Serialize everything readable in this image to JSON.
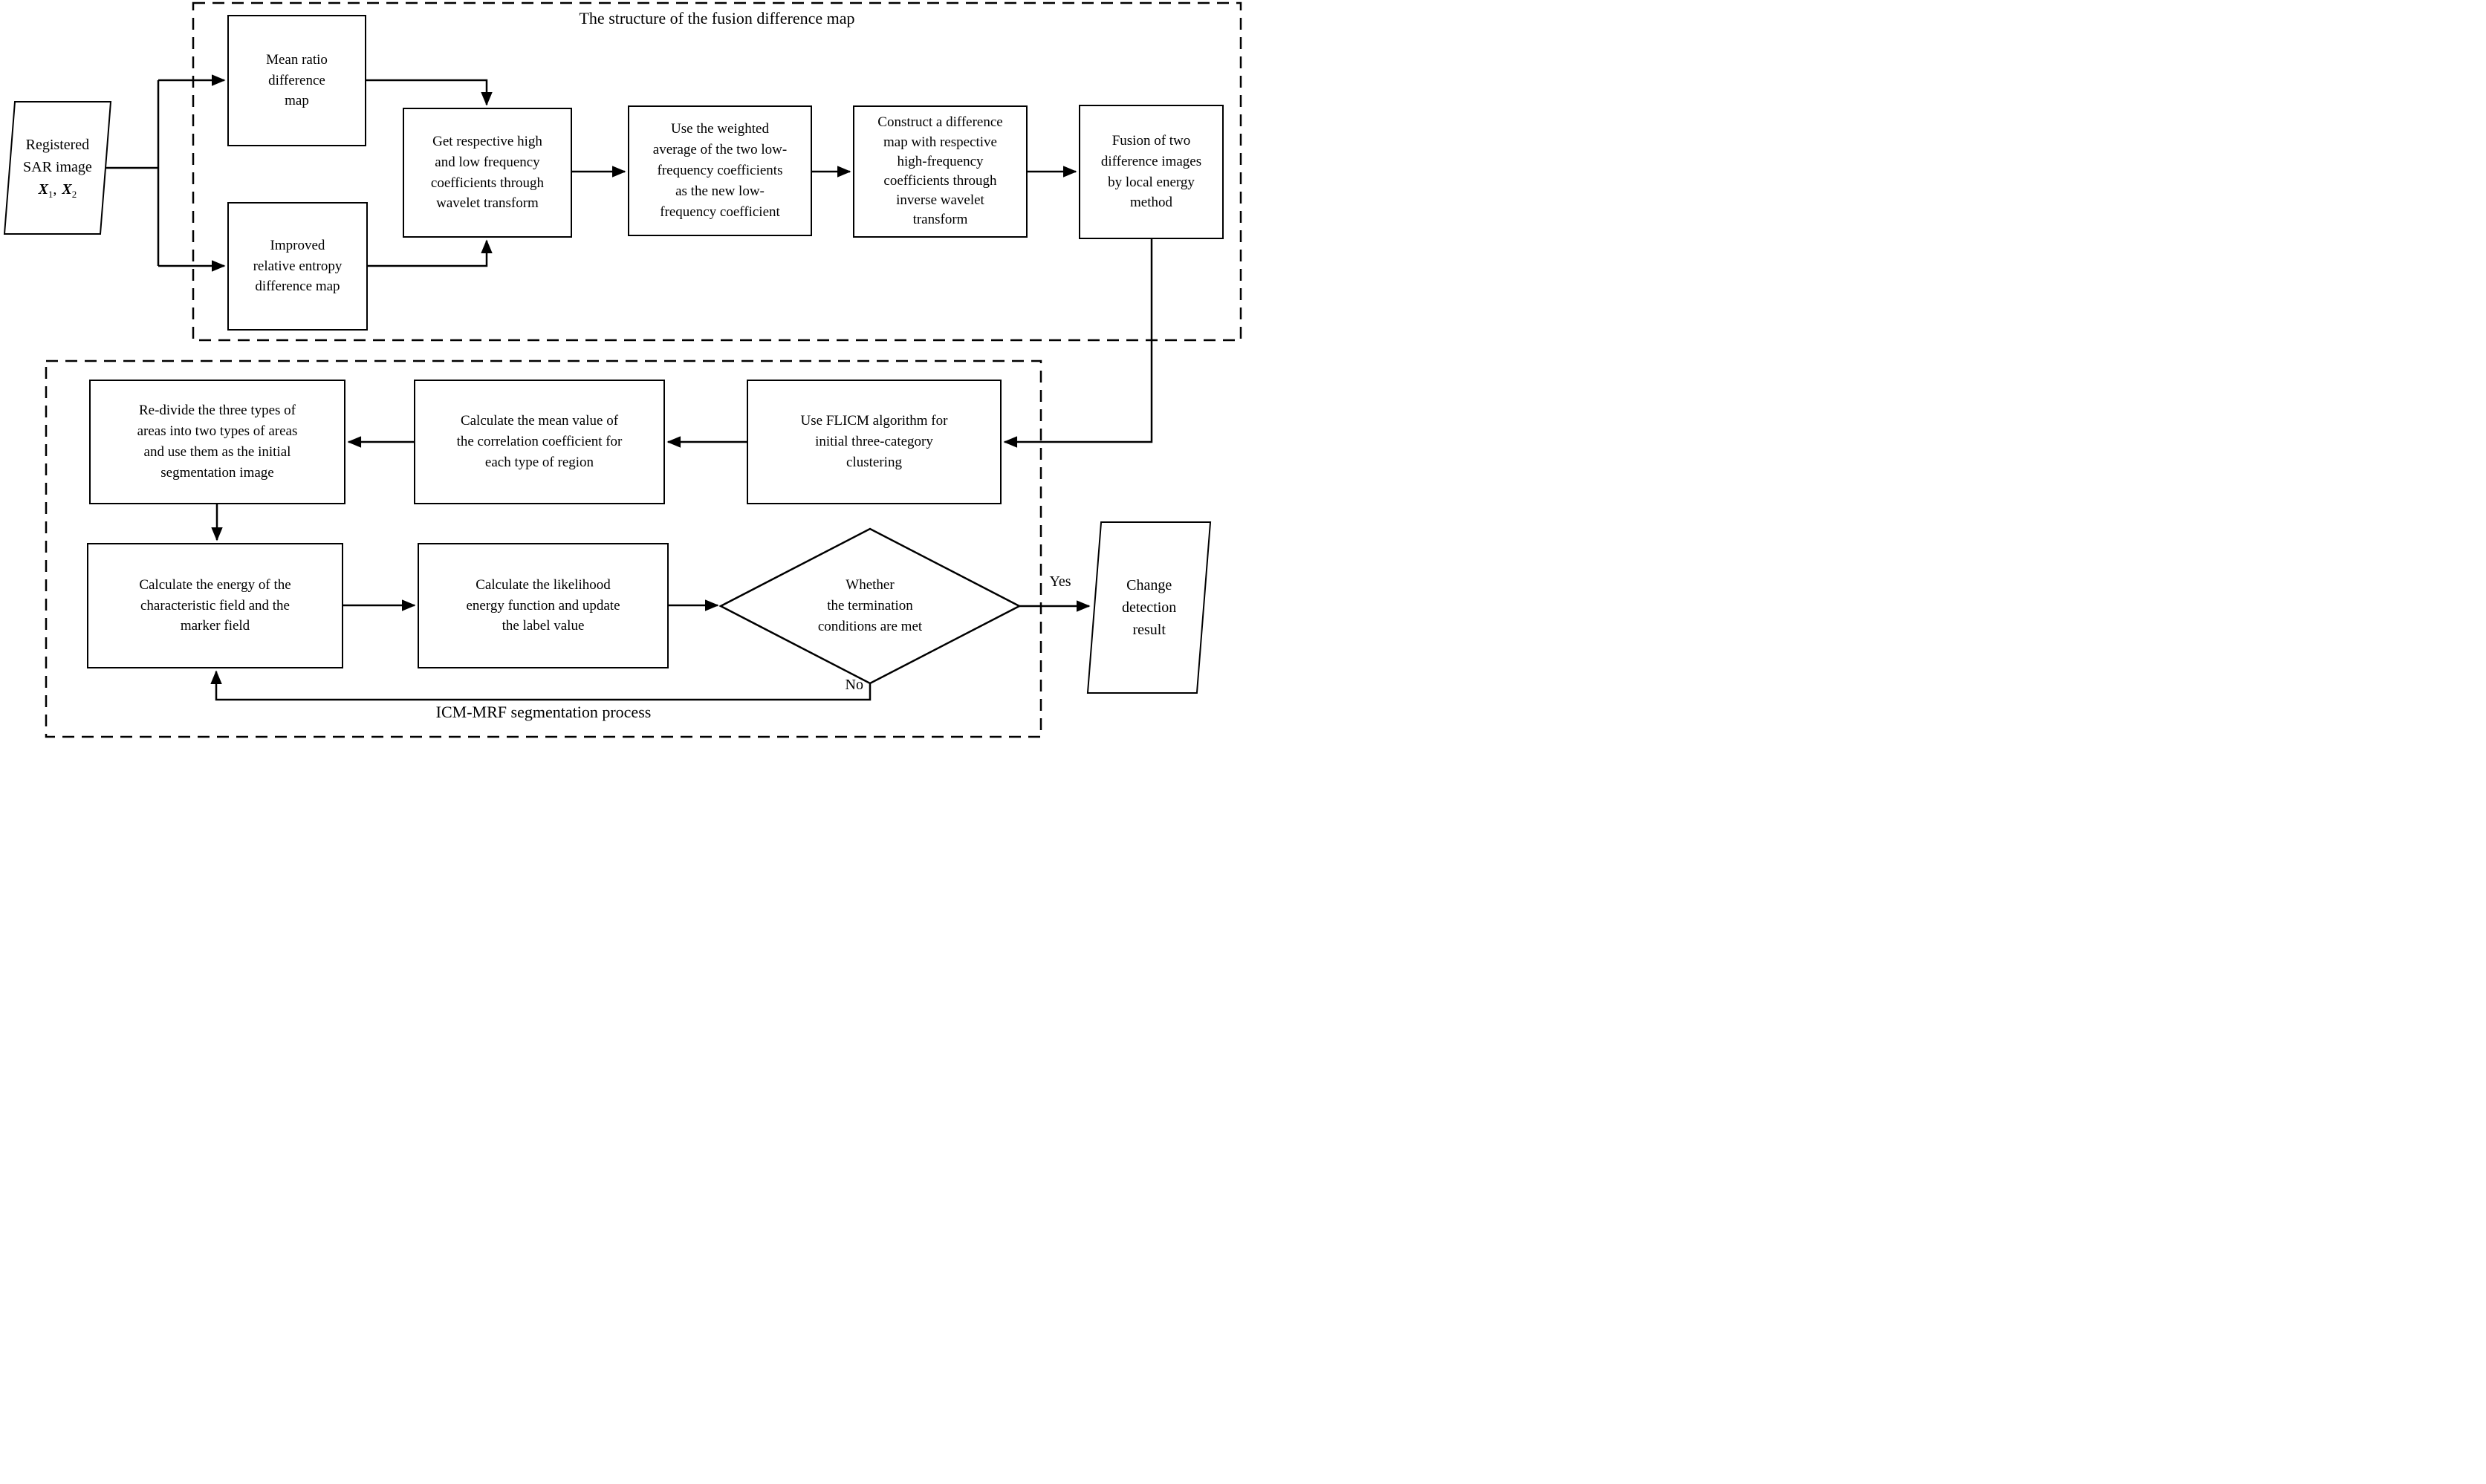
{
  "top_section": {
    "title": "The structure of the fusion difference map",
    "nodes": {
      "registered_sar": {
        "label": "Registered\nSAR image",
        "math": {
          "x1": "X",
          "sub1": "1",
          "comma": ",",
          "x2": "X",
          "sub2": "2"
        }
      },
      "mean_ratio": {
        "label": "Mean ratio\ndifference\nmap"
      },
      "improved_entropy": {
        "label": "Improved\nrelative entropy\ndifference map"
      },
      "wavelet": {
        "label": "Get respective high\nand low frequency\ncoefficients through\nwavelet transform"
      },
      "weighted_avg": {
        "label": "Use the weighted\naverage of the two low-\nfrequency coefficients\nas the new low-\nfrequency coefficient"
      },
      "construct_diff": {
        "label": "Construct a difference\nmap with respective\nhigh-frequency\ncoefficients through\ninverse wavelet\ntransform"
      },
      "fusion": {
        "label": "Fusion of two\ndifference images\nby local energy\nmethod"
      }
    }
  },
  "bottom_section": {
    "title": "ICM-MRF segmentation process",
    "nodes": {
      "flicm": {
        "label": "Use FLICM algorithm for\ninitial three-category\nclustering"
      },
      "mean_corr": {
        "label": "Calculate the mean value of\nthe correlation coefficient for\neach type of region"
      },
      "redivide": {
        "label": "Re-divide the three types of\nareas into two types of areas\nand use them as the initial\nsegmentation image"
      },
      "energy": {
        "label": "Calculate the energy of the\ncharacteristic field and the\nmarker field"
      },
      "likelihood": {
        "label": "Calculate the likelihood\nenergy function and update\nthe label value"
      },
      "decision": {
        "label": "Whether\nthe termination\nconditions are met"
      },
      "result": {
        "label": "Change\ndetection\nresult"
      }
    },
    "edge_labels": {
      "yes": "Yes",
      "no": "No"
    }
  },
  "colors": {
    "line": "#000000",
    "background": "#ffffff"
  }
}
